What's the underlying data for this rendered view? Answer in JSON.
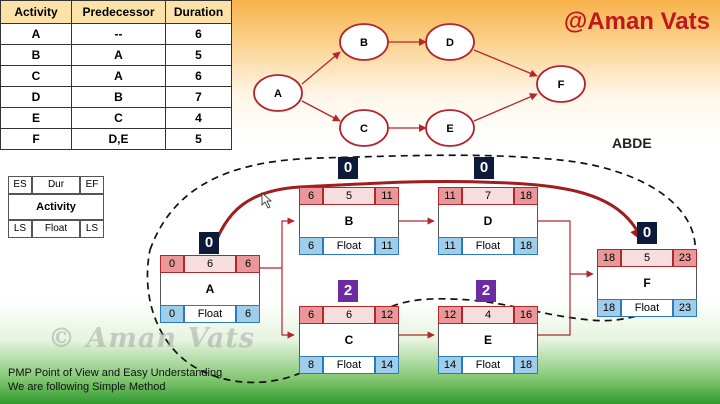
{
  "table": {
    "headers": [
      "Activity",
      "Predecessor",
      "Duration"
    ],
    "rows": [
      [
        "A",
        "--",
        "6"
      ],
      [
        "B",
        "A",
        "5"
      ],
      [
        "C",
        "A",
        "6"
      ],
      [
        "D",
        "B",
        "7"
      ],
      [
        "E",
        "C",
        "4"
      ],
      [
        "F",
        "D,E",
        "5"
      ]
    ]
  },
  "brand": "@Aman Vats",
  "critical_path_label": "ABDE",
  "legend": {
    "es": "ES",
    "dur": "Dur",
    "ef": "EF",
    "activity": "Activity",
    "ls": "LS",
    "float": "Float",
    "lf": "LS"
  },
  "circles": {
    "a": "A",
    "b": "B",
    "c": "C",
    "d": "D",
    "e": "E",
    "f": "F"
  },
  "nodes": {
    "a": {
      "es": "0",
      "dur": "6",
      "ef": "6",
      "name": "A",
      "ls": "0",
      "float": "Float",
      "lf": "6"
    },
    "b": {
      "es": "6",
      "dur": "5",
      "ef": "11",
      "name": "B",
      "ls": "6",
      "float": "Float",
      "lf": "11"
    },
    "c": {
      "es": "6",
      "dur": "6",
      "ef": "12",
      "name": "C",
      "ls": "8",
      "float": "Float",
      "lf": "14"
    },
    "d": {
      "es": "11",
      "dur": "7",
      "ef": "18",
      "name": "D",
      "ls": "11",
      "float": "Float",
      "lf": "18"
    },
    "e": {
      "es": "12",
      "dur": "4",
      "ef": "16",
      "name": "E",
      "ls": "14",
      "float": "Float",
      "lf": "18"
    },
    "f": {
      "es": "18",
      "dur": "5",
      "ef": "23",
      "name": "F",
      "ls": "18",
      "float": "Float",
      "lf": "23"
    }
  },
  "floats": {
    "a": "0",
    "b": "0",
    "d": "0",
    "f": "0",
    "c": "2",
    "e": "2"
  },
  "colors": {
    "early": "#e99799",
    "late": "#9fcdea",
    "circle": "#b2262c",
    "critical": "#a01e1e",
    "zero_float": "#0e1a3a",
    "nonzero_float": "#6a2ca0"
  },
  "watermark": "© Aman Vats",
  "footer": {
    "line1": "PMP Point of View and Easy Understanding",
    "line2": "We are following Simple Method"
  }
}
